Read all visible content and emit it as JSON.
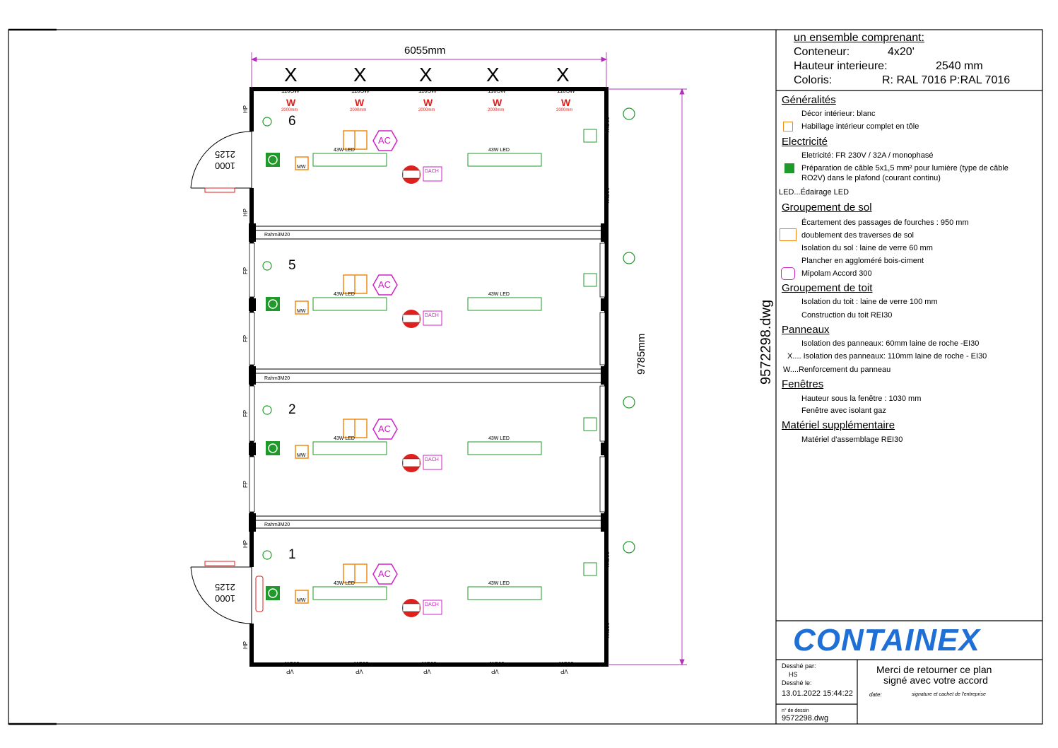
{
  "plan": {
    "width_dim": "6055mm",
    "height_dim": "9785mm",
    "drawing_number": "9572298.dwg",
    "rooms": [
      "6",
      "5",
      "2",
      "1"
    ],
    "led_label": "43W LED",
    "wall_top": "110SW",
    "wall_bottom": "60SW",
    "wall_side": "60SW",
    "beam_label": "Rahm3M20",
    "door_width": "1000",
    "door_height": "2125",
    "window_mark": "W",
    "window_height": "2000mm",
    "label_vp": "VP",
    "label_hp": "HP",
    "label_fp": "FP",
    "label_ac": "AC",
    "label_mw": "MW",
    "label_dach": "DACH"
  },
  "titleblock": {
    "intro": "un ensemble comprenant:",
    "rows": [
      {
        "label": "Conteneur:",
        "value": "4x20'"
      },
      {
        "label": "Hauteur interieure:",
        "value": "2540 mm"
      },
      {
        "label": "Coloris:",
        "value": "R: RAL 7016   P:RAL 7016"
      }
    ],
    "sections": [
      {
        "title": "Généralités",
        "items": [
          "Décor intérieur: blanc",
          "Habillage intérieur complet en tôle"
        ]
      },
      {
        "title": "Electricité",
        "items": [
          "Eletricité: FR 230V / 32A / monophasé",
          "Préparation de câble 5x1,5 mm² pour lumière (type de câble",
          "RO2V) dans le plafond (courant continu)",
          "LED...Édairage LED"
        ]
      },
      {
        "title": "Groupement de sol",
        "items": [
          "Écartement des passages de fourches : 950 mm",
          "doublement des traverses de sol",
          "Isolation du sol : laine de verre 60 mm",
          "Plancher en aggloméré bois-ciment",
          "Mipolam Accord 300"
        ]
      },
      {
        "title": "Groupement de toit",
        "items": [
          "Isolation du toit : laine de verre 100 mm",
          "Construction du toit REI30"
        ]
      },
      {
        "title": "Panneaux",
        "items": [
          "Isolation des panneaux: 60mm laine de roche -EI30",
          "X.... Isolation des panneaux: 110mm laine de roche - EI30",
          "W....Renforcement du panneau"
        ]
      },
      {
        "title": "Fenêtres",
        "items": [
          "Hauteur sous la fenêtre : 1030 mm",
          "Fenêtre avec isolant gaz"
        ]
      },
      {
        "title": "Matériel supplémentaire",
        "items": [
          "Matériel d'assemblage REI30"
        ]
      }
    ],
    "logo": "CONTAINEX",
    "drawn_by_label": "Desshé par:",
    "drawn_by": "HS",
    "drawn_on_label": "Desshé le:",
    "drawn_on": "13.01.2022 15:44:22",
    "drawing_no_label": "n° de dessin",
    "drawing_no": "9572298.dwg",
    "return_note_1": "Merci de retourner ce plan",
    "return_note_2": "signé avec votre accord",
    "date_label": "date:",
    "signature_label": "signature et cachet de l'entreprise"
  },
  "colors": {
    "line": "#000000",
    "green": "#1f9a2a",
    "orange": "#f08a14",
    "magenta": "#d020c8",
    "red": "#e0201c",
    "dim": "#b030b8",
    "logo": "#1e6fd6"
  }
}
